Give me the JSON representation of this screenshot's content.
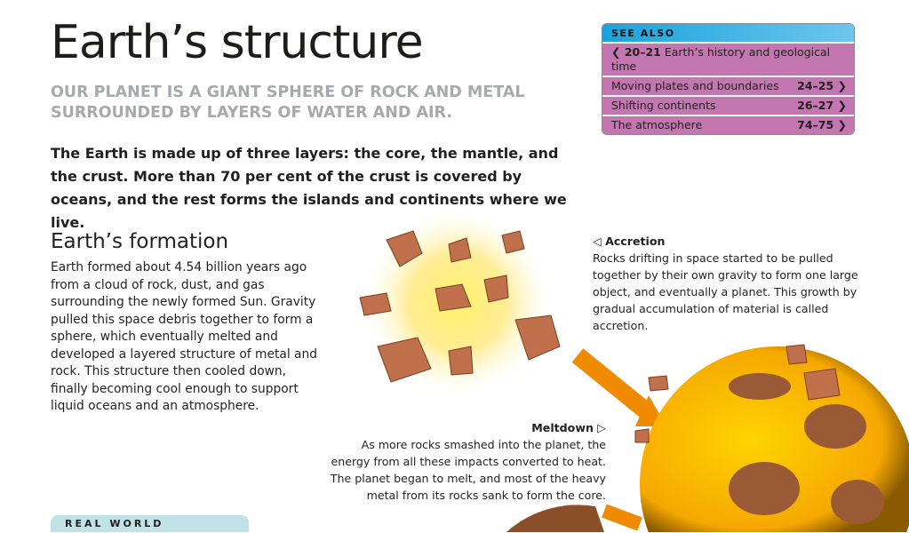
{
  "title": "Earth’s structure",
  "subtitle": "OUR PLANET IS A GIANT SPHERE OF ROCK AND METAL SURROUNDED BY LAYERS OF WATER AND AIR.",
  "intro": "The Earth is made up of three layers: the core, the mantle, and the crust. More than 70 per cent of the crust is covered by oceans, and the rest forms the islands and continents where we live.",
  "see_also": {
    "heading": "SEE ALSO",
    "items": [
      {
        "pages": "❮ 20–21",
        "label": "Earth’s history and geological time"
      },
      {
        "label": "Moving plates and boundaries",
        "pages": "24–25 ❯"
      },
      {
        "label": "Shifting continents",
        "pages": "26–27 ❯"
      },
      {
        "label": "The atmosphere",
        "pages": "74–75 ❯"
      }
    ]
  },
  "formation": {
    "heading": "Earth’s formation",
    "text": "Earth formed about 4.54 billion years ago from a cloud of rock, dust, and gas surrounding the newly formed Sun. Gravity pulled this space debris together to form a sphere, which eventually melted and developed a layered structure of metal and rock. This structure then cooled down, finally becoming cool enough to support liquid oceans and an atmosphere."
  },
  "accretion": {
    "title": "◁ Accretion",
    "text": "Rocks drifting in space started to be pulled together by their own gravity to form one large object, and eventually a planet. This growth by gradual accumulation of material is called accretion."
  },
  "meltdown": {
    "title": "Meltdown ▷",
    "text": "As more rocks smashed into the planet, the energy from all these impacts converted to heat. The planet began to melt, and most of the heavy metal from its rocks sank to form the core."
  },
  "real_world": "REAL WORLD"
}
